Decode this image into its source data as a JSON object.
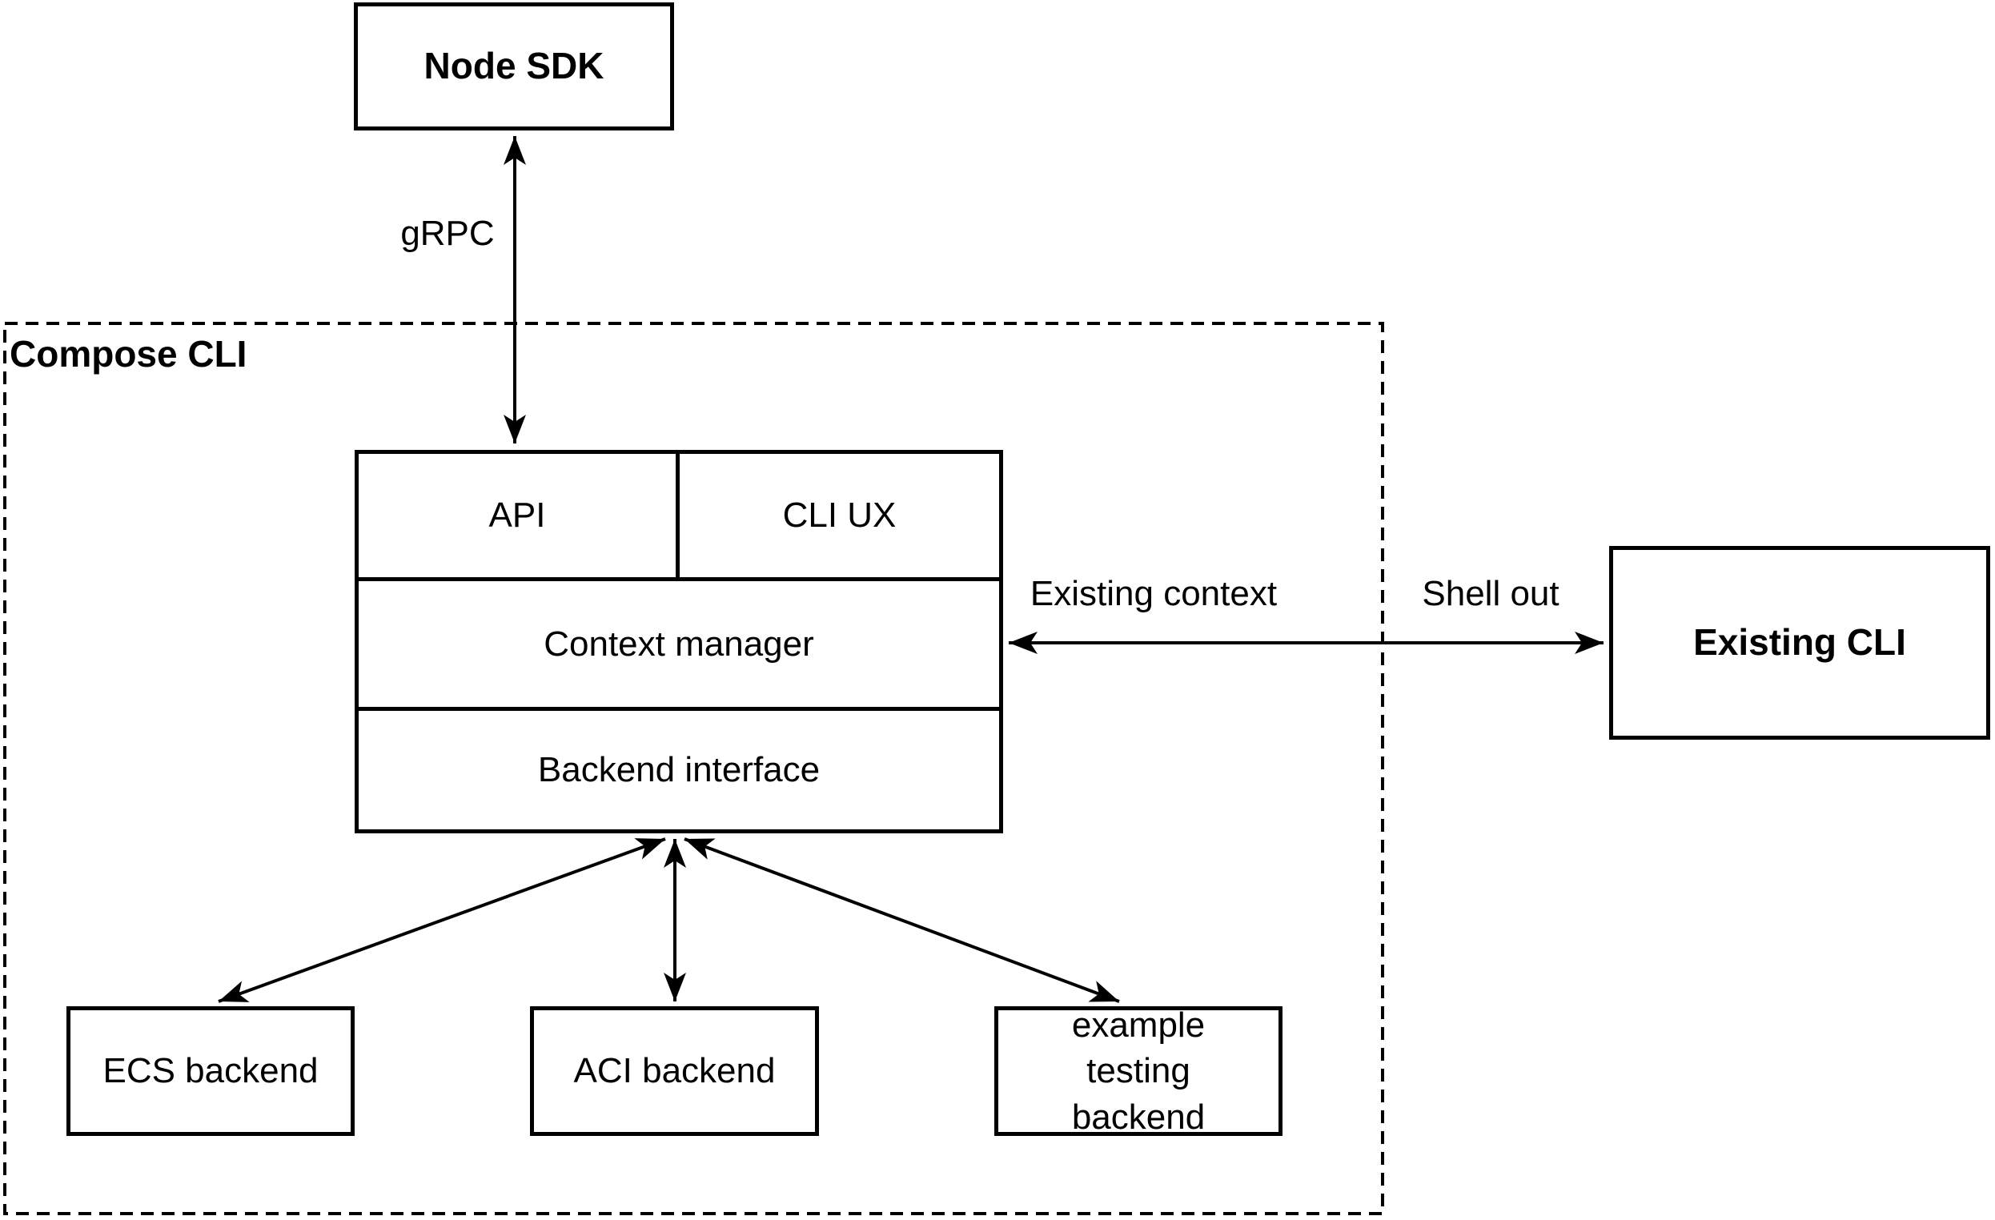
{
  "colors": {
    "ink": "#000000",
    "background": "#ffffff"
  },
  "nodes": {
    "node_sdk": "Node SDK",
    "compose_cli": "Compose CLI",
    "api": "API",
    "cli_ux": "CLI UX",
    "context_manager": "Context manager",
    "backend_interface": "Backend interface",
    "existing_cli": "Existing CLI",
    "ecs_backend": "ECS backend",
    "aci_backend": "ACI backend",
    "example_testing_backend": "example testing backend"
  },
  "edge_labels": {
    "grpc": "gRPC",
    "existing_context": "Existing context",
    "shell_out": "Shell out"
  }
}
